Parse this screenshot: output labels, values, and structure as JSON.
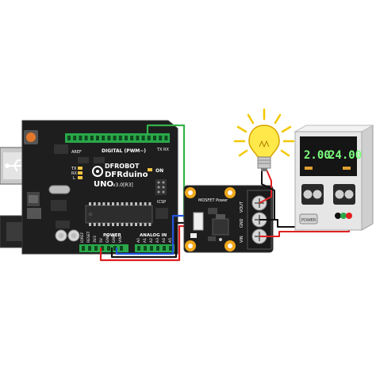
{
  "arduino": {
    "brand": "DFROBOT",
    "model": "DFRduino",
    "variant": "UNO",
    "version": "v3.0[R3]",
    "digital_label": "DIGITAL (PWM~)",
    "aref_label": "AREF",
    "on_label": "ON",
    "tx_label": "TX",
    "rx_label": "RX",
    "l_label": "L",
    "icsp_label": "ICSP",
    "power_label": "POWER",
    "analog_label": "ANALOG IN",
    "power_pins": [
      "IOREF",
      "RESET",
      "3V3",
      "5V",
      "GND",
      "GND",
      "VIN"
    ],
    "analog_pins": [
      "A0",
      "A1",
      "A2",
      "A3",
      "A4",
      "A5"
    ]
  },
  "mosfet": {
    "title": "MOSFET Power",
    "terminal_labels": [
      "VOUT",
      "GND",
      "VIN"
    ]
  },
  "psu": {
    "display_left": "2.00",
    "display_right": "24.00",
    "power_label": "POWER"
  },
  "colors": {
    "board": "#1e1e1e",
    "header_green": "#2aa84a",
    "wire_green": "#33b34a",
    "wire_red": "#e02020",
    "wire_blue": "#2255dd",
    "wire_black": "#111111",
    "module_yellow": "#f0a81c",
    "bulb_yellow": "#ffe94a"
  }
}
